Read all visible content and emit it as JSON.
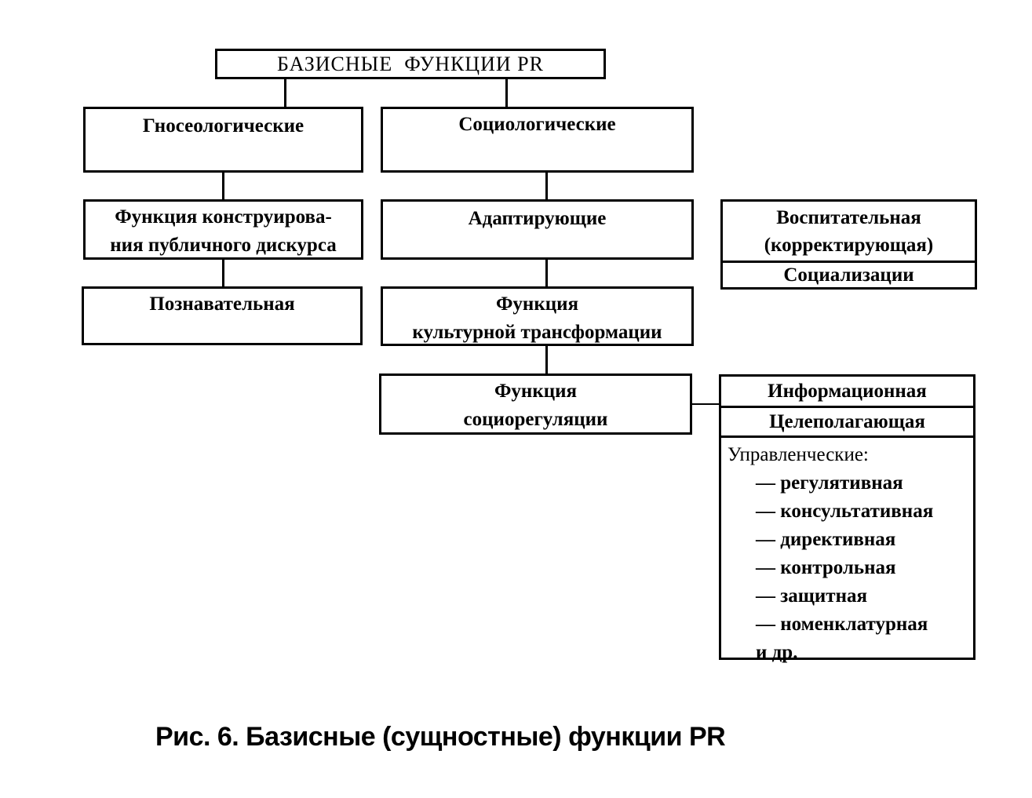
{
  "diagram": {
    "root": "БАЗИСНЫЕ  ФУНКЦИИ PR",
    "gnoseological": {
      "title": "Гносеологические",
      "discourse_line1": "Функция конструирова-",
      "discourse_line2": "ния публичного дискурса",
      "cognitive": "Познавательная"
    },
    "sociological": {
      "title": "Социологические",
      "adapting": "Адаптирующие",
      "cultural_line1": "Функция",
      "cultural_line2": "культурной трансформации",
      "socioreg_line1": "Функция",
      "socioreg_line2": "социорегуляции"
    },
    "educational": {
      "line1": "Воспитательная",
      "line2": "(корректирующая)",
      "socialization": "Социализации"
    },
    "regulation_group": {
      "informational": "Информационная",
      "goal_setting": "Целеполагающая",
      "managerial_title": "Управленческие:",
      "managerial_items": [
        "— регулятивная",
        "— консультативная",
        "— директивная",
        "— контрольная",
        "— защитная",
        "— номенклатурная"
      ],
      "etc": "и др."
    }
  },
  "caption": "Рис. 6. Базисные (сущностные) функции PR"
}
